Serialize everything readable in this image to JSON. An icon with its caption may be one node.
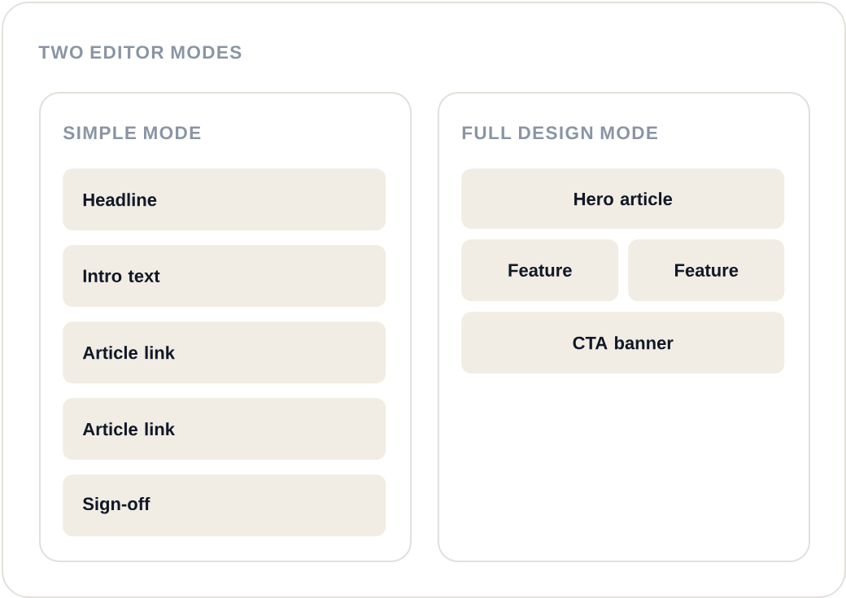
{
  "diagram": {
    "nodes": [
      {
        "text": [
          "TWO EDITOR MODES"
        ]
      },
      {
        "text": [
          "SIMPLE MODE"
        ],
        "in": 0
      },
      {
        "text": [
          "Headline"
        ],
        "in": 1
      },
      {
        "text": [
          "Intro text"
        ],
        "in": 1
      },
      {
        "text": [
          "Article link"
        ],
        "in": 1
      },
      {
        "text": [
          "Article link"
        ],
        "in": 1
      },
      {
        "text": [
          "Sign-off"
        ],
        "in": 1
      },
      {
        "text": [
          "FULL DESIGN MODE"
        ],
        "in": 0
      },
      {
        "text": [
          "Hero article"
        ],
        "in": 7
      },
      {
        "text": [
          "Feature"
        ],
        "in": 7
      },
      {
        "text": [
          "Feature"
        ],
        "in": 7
      },
      {
        "text": [
          "CTA banner"
        ],
        "in": 7
      }
    ]
  }
}
